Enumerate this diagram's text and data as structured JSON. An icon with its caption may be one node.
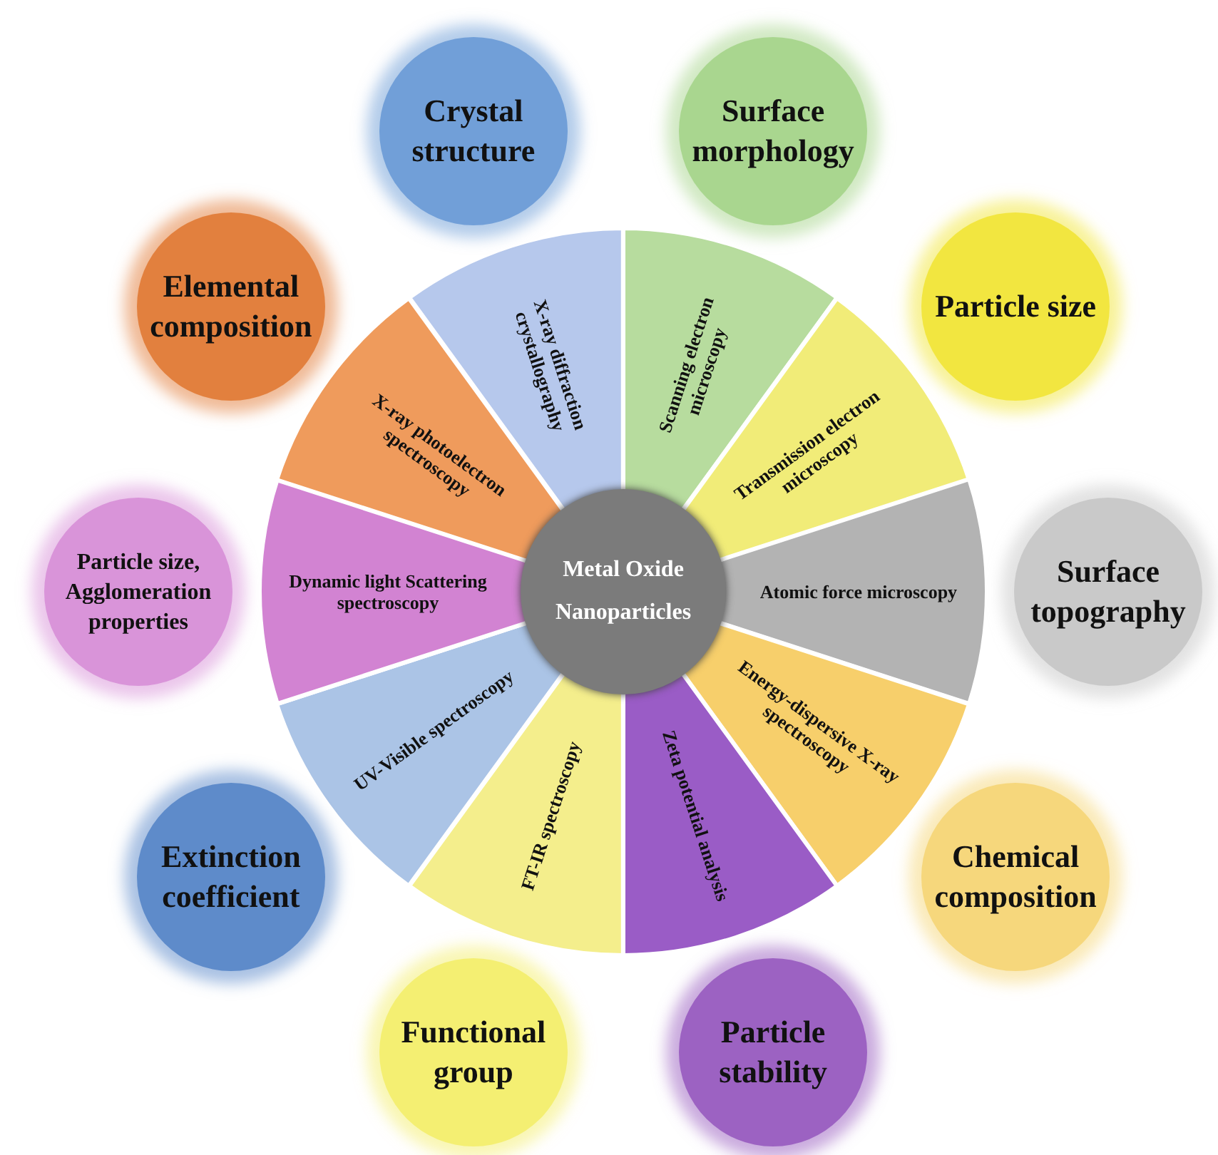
{
  "diagram": {
    "nodes": [
      {
        "text": [
          "Metal Oxide Nanoparticles"
        ]
      },
      {
        "text": [
          "Scanning electron microscopy"
        ]
      },
      {
        "text": [
          "Transmission electron microscopy"
        ]
      },
      {
        "text": [
          "Atomic force microscopy"
        ]
      },
      {
        "text": [
          "Energy-dispersive X-ray spectroscopy"
        ]
      },
      {
        "text": [
          "Zeta potential analysis"
        ]
      },
      {
        "text": [
          "FT-IR spectroscopy"
        ]
      },
      {
        "text": [
          "UV-Visible spectroscopy"
        ]
      },
      {
        "text": [
          "Dynamic light Scattering spectroscopy"
        ]
      },
      {
        "text": [
          "X-ray photoelectron spectroscopy"
        ]
      },
      {
        "text": [
          "X-ray diffraction crystallography"
        ]
      },
      {
        "text": [
          "Surface morphology"
        ]
      },
      {
        "text": [
          "Particle size"
        ]
      },
      {
        "text": [
          "Surface topography"
        ]
      },
      {
        "text": [
          "Chemical composition"
        ]
      },
      {
        "text": [
          "Particle stability"
        ]
      },
      {
        "text": [
          "Functional group"
        ]
      },
      {
        "text": [
          "Extinction coefficient"
        ]
      },
      {
        "text": [
          "Particle size, Agglomeration properties"
        ]
      },
      {
        "text": [
          "Elemental composition"
        ]
      },
      {
        "text": [
          "Crystal structure"
        ]
      }
    ]
  }
}
